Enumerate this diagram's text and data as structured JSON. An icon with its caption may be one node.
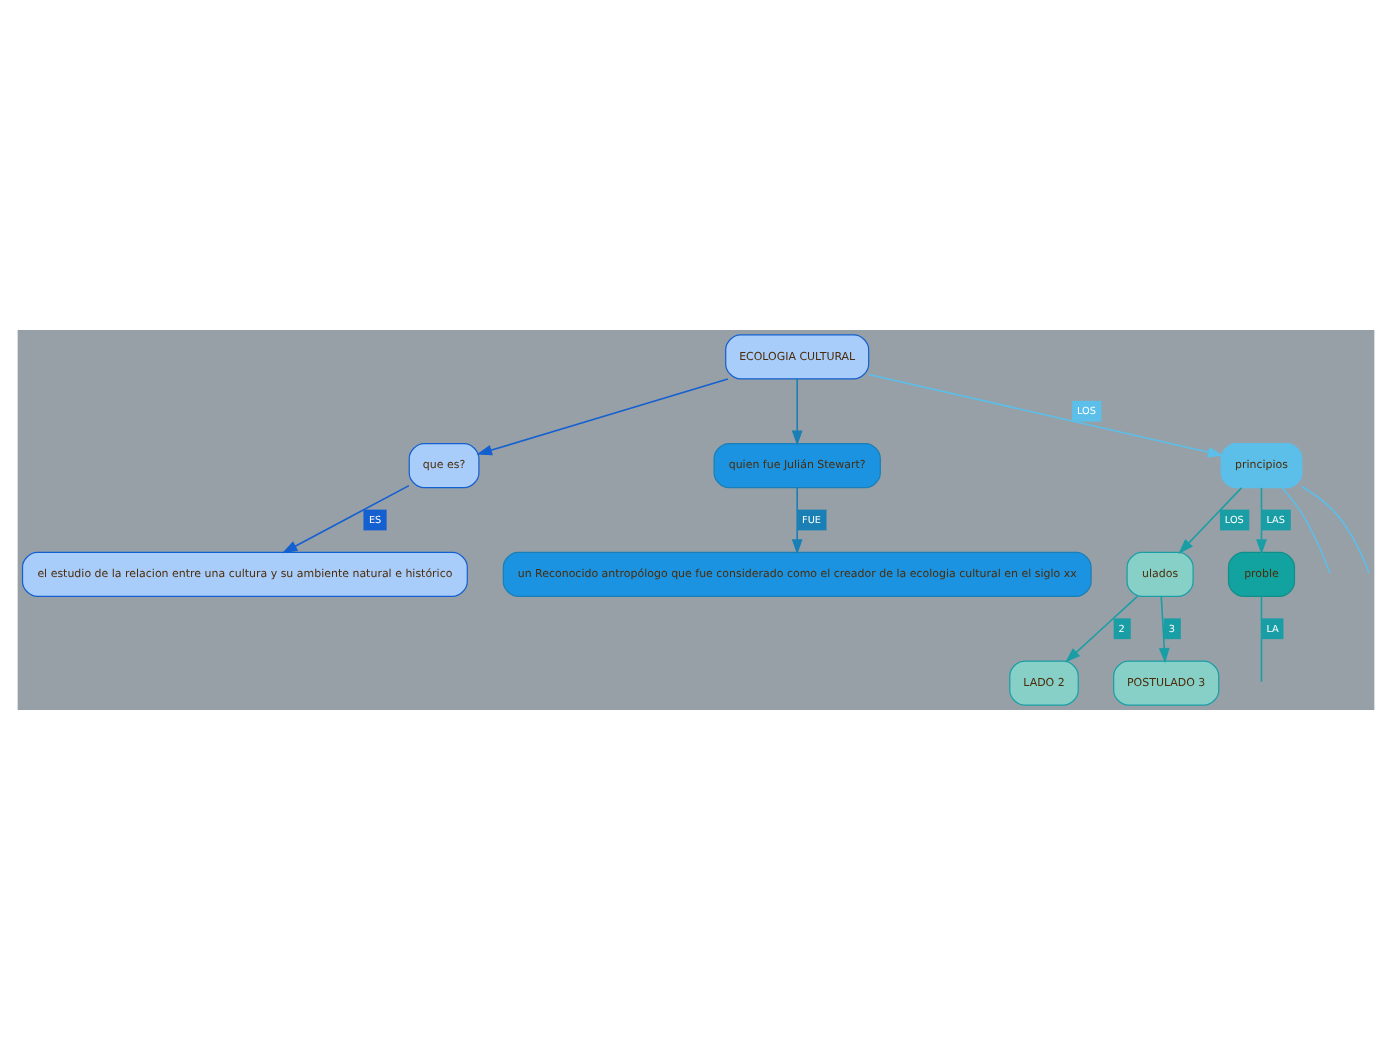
{
  "diagram": {
    "nodes": [
      {
        "text": [
          "ECOLOGIA CULTURAL"
        ]
      },
      {
        "text": [
          "que es?"
        ]
      },
      {
        "text": [
          "quien fue Julián Stewart?"
        ]
      },
      {
        "text": [
          "el estudio de la relacion entre una cultura y su ambiente natural e histórico"
        ]
      },
      {
        "text": [
          "un Reconocido antropólogo que fue considerado como el creador de la ecologia cultural en el siglo xx"
        ]
      },
      {
        "text": [
          "principios"
        ]
      },
      {
        "text": [
          "ulados"
        ]
      },
      {
        "text": [
          "LADO 2"
        ]
      },
      {
        "text": [
          "POSTULADO 3"
        ]
      },
      {
        "text": [
          "proble"
        ]
      }
    ],
    "edges": [
      {
        "from": 0,
        "to": 1,
        "arrow": "to",
        "color": "#1560d0"
      },
      {
        "from": 0,
        "to": 2,
        "arrow": "to",
        "color": "#1a7fb5"
      },
      {
        "from": 1,
        "to": 3,
        "label": "ES",
        "arrow": "to",
        "color": "#1560d0"
      },
      {
        "from": 2,
        "to": 4,
        "label": "FUE",
        "arrow": "to",
        "color": "#1a7fb5"
      },
      {
        "from": 0,
        "to": 5,
        "label": "LOS",
        "arrow": "to",
        "color": "#5bbfea"
      },
      {
        "from": 5,
        "to": 6,
        "label": "LOS",
        "arrow": "to"
      },
      {
        "from": 5,
        "to": 9,
        "label": "LAS",
        "arrow": "to"
      },
      {
        "from": 6,
        "to": 7,
        "label": "2",
        "arrow": "to"
      },
      {
        "from": 6,
        "to": 8,
        "label": "3",
        "arrow": "to"
      },
      {
        "from": 9,
        "to": null,
        "label": "LA",
        "arrow": "none"
      },
      {
        "from": 5,
        "to": null,
        "arrow": "none",
        "color": "#5bbfea"
      },
      {
        "from": 5,
        "to": null,
        "arrow": "none",
        "color": "#5bbfea"
      }
    ]
  }
}
